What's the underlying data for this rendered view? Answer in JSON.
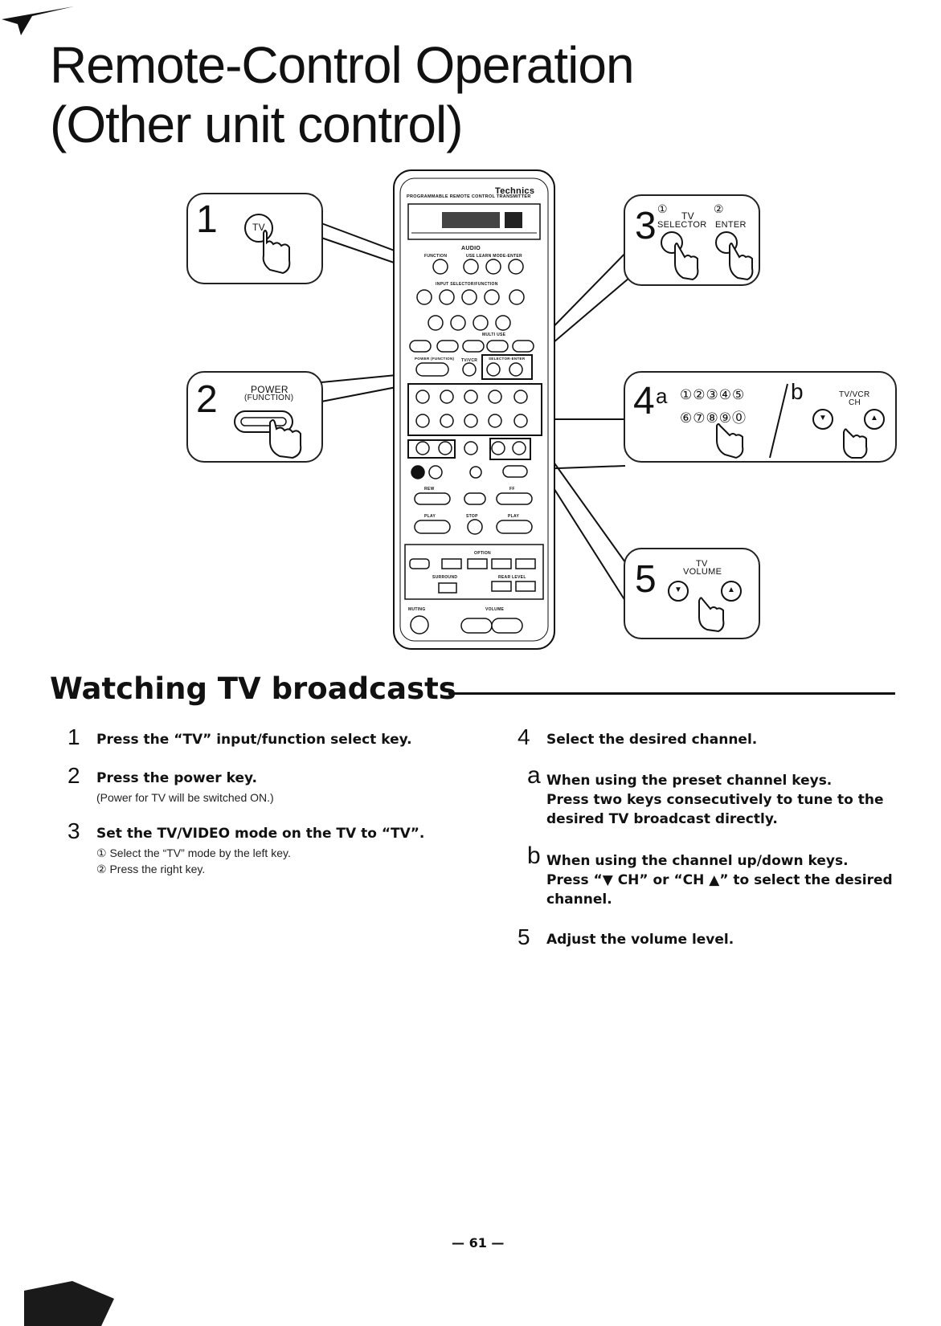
{
  "page": {
    "title_line1": "Remote-Control Operation",
    "title_line2": "(Other unit control)",
    "page_number": "— 61 —"
  },
  "diagram": {
    "brand": "Technics",
    "remote_caption": "PROGRAMMABLE REMOTE CONTROL TRANSMITTER",
    "remote_labels": {
      "audio": "AUDIO",
      "function": "FUNCTION",
      "use_learn_mode": "USE  LEARN  MODE-ENTER",
      "input_function": "INPUT  SELECTOR/FUNCTION",
      "multi_use": "MULTI USE",
      "power_function": "POWER (FUNCTION)",
      "tvvcr": "TV/VCR",
      "selector_enter": "SELECTOR-ENTER",
      "rew": "REW",
      "ff": "FF",
      "play": "PLAY",
      "stop": "STOP",
      "option": "OPTION",
      "surround": "SURROUND",
      "rear_level": "REAR LEVEL",
      "muting": "MUTING",
      "volume": "VOLUME"
    },
    "card1": {
      "number": "1",
      "key_label": "TV"
    },
    "card2": {
      "number": "2",
      "label_line1": "POWER",
      "label_line2": "(FUNCTION)"
    },
    "card3": {
      "number": "3",
      "marker1": "①",
      "marker2": "②",
      "tv_label": "TV",
      "selector_label": "SELECTOR",
      "enter_label": "ENTER"
    },
    "card4": {
      "number": "4",
      "sub_a": "a",
      "sub_b": "b",
      "keys_row1": "①②③④⑤",
      "keys_row2": "⑥⑦⑧⑨⓪",
      "ch_label_line1": "TV/VCR",
      "ch_label_line2": "CH",
      "down_arrow": "▼",
      "up_arrow": "▲"
    },
    "card5": {
      "number": "5",
      "label_line1": "TV",
      "label_line2": "VOLUME",
      "down_arrow": "▼",
      "up_arrow": "▲"
    }
  },
  "section": {
    "heading": "Watching TV broadcasts",
    "steps": [
      {
        "num": "1",
        "text": "Press the “TV” input/function select key."
      },
      {
        "num": "2",
        "text": "Press the power key.",
        "note": "(Power for TV will be switched ON.)"
      },
      {
        "num": "3",
        "text": "Set the TV/VIDEO mode on the TV to “TV”.",
        "notes": [
          "① Select the “TV” mode by the left key.",
          "② Press the right key."
        ]
      },
      {
        "num": "4",
        "text": "Select the desired channel."
      },
      {
        "num": "5",
        "text": "Adjust the volume level."
      }
    ],
    "sub_a": {
      "letter": "a",
      "lines": [
        "When using the preset channel keys.",
        "Press two keys consecutively to tune to the",
        "desired TV broadcast directly."
      ]
    },
    "sub_b": {
      "letter": "b",
      "lines": [
        "When using the channel up/down keys.",
        "Press “▼ CH” or “CH ▲” to select the desired",
        "channel."
      ]
    }
  }
}
